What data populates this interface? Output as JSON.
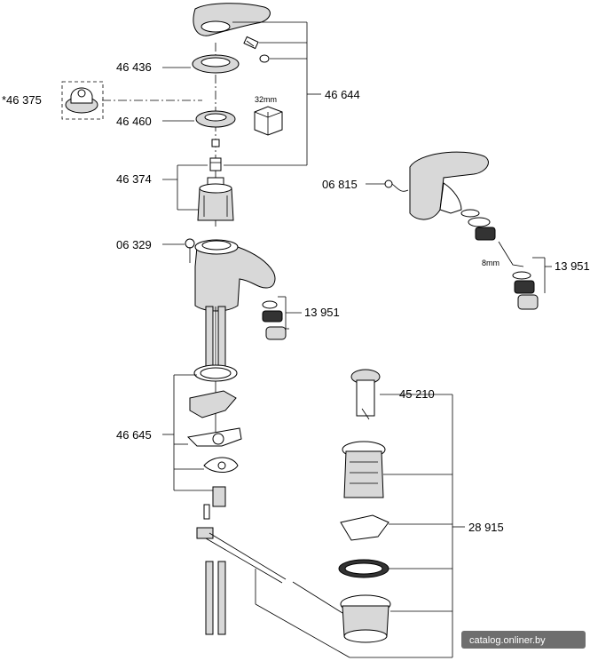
{
  "labels": {
    "p46375": "*46 375",
    "p46436": "46 436",
    "p46460": "46 460",
    "p46374": "46 374",
    "p46644": "46 644",
    "p06329": "06 329",
    "p13951a": "13 951",
    "p06815": "06 815",
    "p13951b": "13 951",
    "p46645": "46 645",
    "p45210": "45 210",
    "p28915": "28 915"
  },
  "dimensions": {
    "wrench": "32mm",
    "hexkey": "8mm"
  },
  "watermark": "catalog.onliner.by",
  "colors": {
    "line": "#000000",
    "fill_grey": "#d8d8d8",
    "watermark_bg": "#555555"
  }
}
